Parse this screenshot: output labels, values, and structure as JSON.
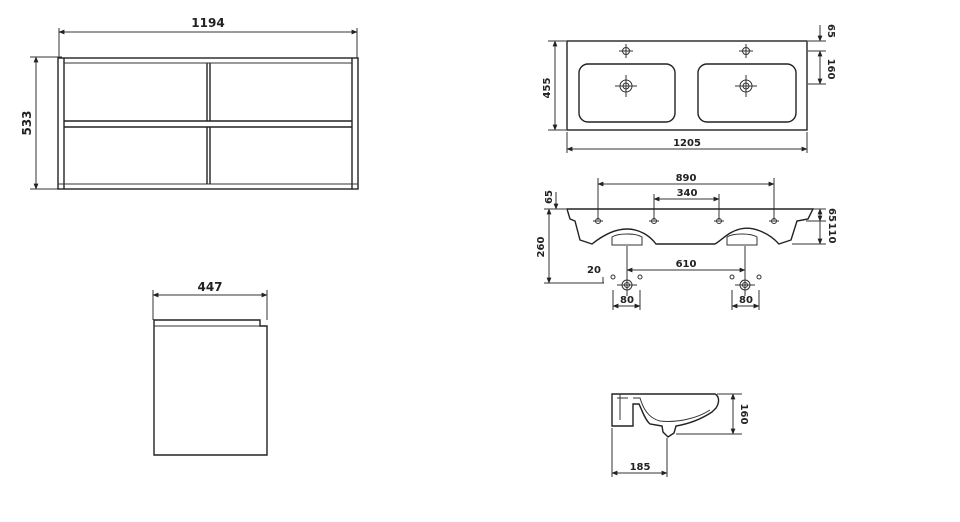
{
  "cabinet_front": {
    "width_label": "1194",
    "height_label": "533"
  },
  "cabinet_side": {
    "depth_label": "447"
  },
  "basin_top": {
    "width_label": "1205",
    "depth_label": "455",
    "tap_offset_label": "65",
    "bowl_depth_label": "160"
  },
  "basin_front": {
    "overall_label": "890",
    "inner_label": "340",
    "top_label": "65",
    "rim_label": "65",
    "bowl_label": "110",
    "height_label": "260",
    "drain_spacing_label": "610",
    "drain_offset_label": "20",
    "drain_left_label": "80",
    "drain_right_label": "80"
  },
  "basin_side": {
    "height_label": "160",
    "depth_label": "185"
  },
  "colors": {
    "line": "#222222",
    "background": "#ffffff"
  }
}
